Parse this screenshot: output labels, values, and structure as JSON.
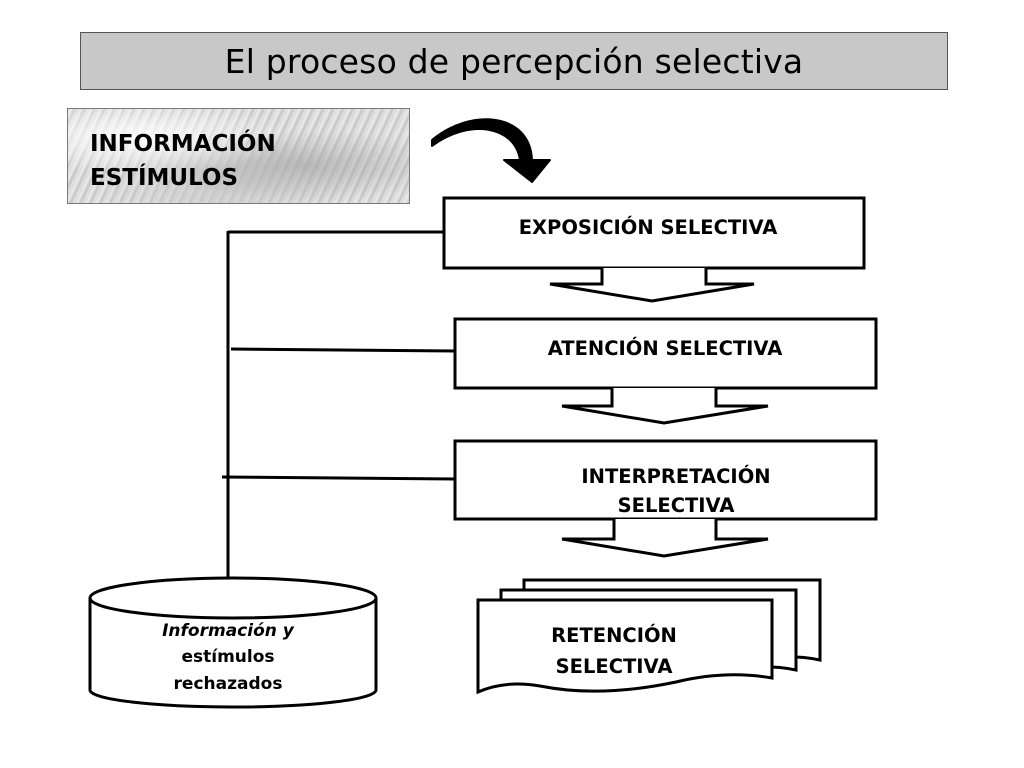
{
  "title": "El proceso de percepción selectiva",
  "source": {
    "lines": [
      "INFORMACIÓN",
      "ESTÍMULOS"
    ]
  },
  "stages": [
    {
      "label": "EXPOSICIÓN SELECTIVA"
    },
    {
      "label": "ATENCIÓN SELECTIVA"
    },
    {
      "lines": [
        "INTERPRETACIÓN",
        "SELECTIVA"
      ]
    }
  ],
  "retention": {
    "lines": [
      "RETENCIÓN",
      "SELECTIVA"
    ]
  },
  "rejected": {
    "lines": [
      "Información y",
      "estímulos",
      "rechazados"
    ]
  }
}
